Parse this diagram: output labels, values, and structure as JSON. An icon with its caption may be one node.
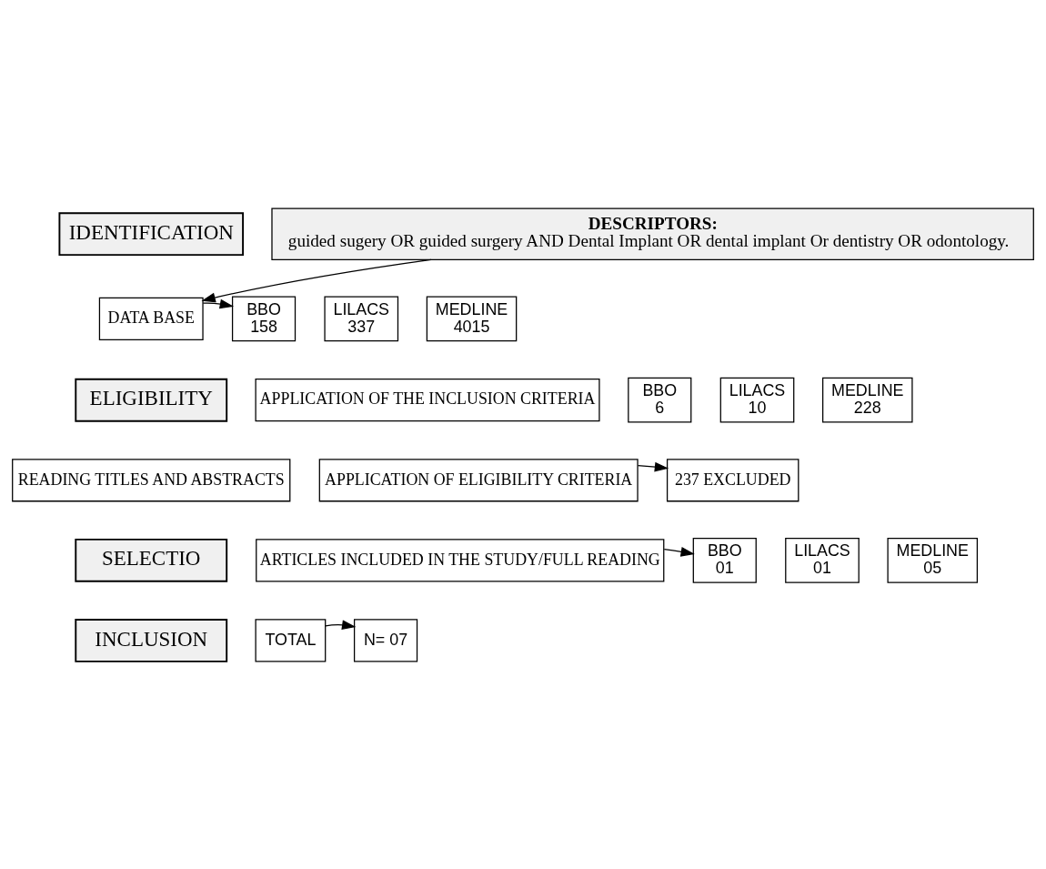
{
  "diagram": {
    "nodes": [
      {
        "text": [
          "IDENTIFICATION"
        ]
      },
      {
        "text": [
          "DESCRIPTORS:",
          "guided sugery OR guided surgery AND Dental Implant OR dental implant Or dentistry OR odontology."
        ]
      },
      {
        "text": [
          "DATA BASE"
        ]
      },
      {
        "text": [
          "BBO",
          "158"
        ]
      },
      {
        "text": [
          "LILACS",
          "337"
        ]
      },
      {
        "text": [
          "MEDLINE",
          "4015"
        ]
      },
      {
        "text": [
          "ELIGIBILITY"
        ]
      },
      {
        "text": [
          "APPLICATION OF THE INCLUSION CRITERIA"
        ]
      },
      {
        "text": [
          "BBO",
          "6"
        ]
      },
      {
        "text": [
          "LILACS",
          "10"
        ]
      },
      {
        "text": [
          "MEDLINE",
          "228"
        ]
      },
      {
        "text": [
          "READING TITLES AND ABSTRACTS"
        ]
      },
      {
        "text": [
          "APPLICATION OF ELIGIBILITY CRITERIA"
        ]
      },
      {
        "text": [
          "237 EXCLUDED"
        ]
      },
      {
        "text": [
          "SELECTIO"
        ]
      },
      {
        "text": [
          "ARTICLES INCLUDED IN THE STUDY/FULL READING"
        ]
      },
      {
        "text": [
          "BBO",
          "01"
        ]
      },
      {
        "text": [
          "LILACS",
          "01"
        ]
      },
      {
        "text": [
          "MEDLINE",
          "05"
        ]
      },
      {
        "text": [
          "INCLUSION"
        ]
      },
      {
        "text": [
          "TOTAL"
        ]
      },
      {
        "text": [
          "N= 07"
        ]
      }
    ],
    "edges": [
      {
        "from": 1,
        "to": 2,
        "arrow": "to"
      },
      {
        "from": 2,
        "to": 3,
        "arrow": "to"
      },
      {
        "from": 12,
        "to": 13,
        "arrow": "to"
      },
      {
        "from": 15,
        "to": 16,
        "arrow": "to"
      },
      {
        "from": 20,
        "to": 21,
        "arrow": "to"
      }
    ]
  }
}
